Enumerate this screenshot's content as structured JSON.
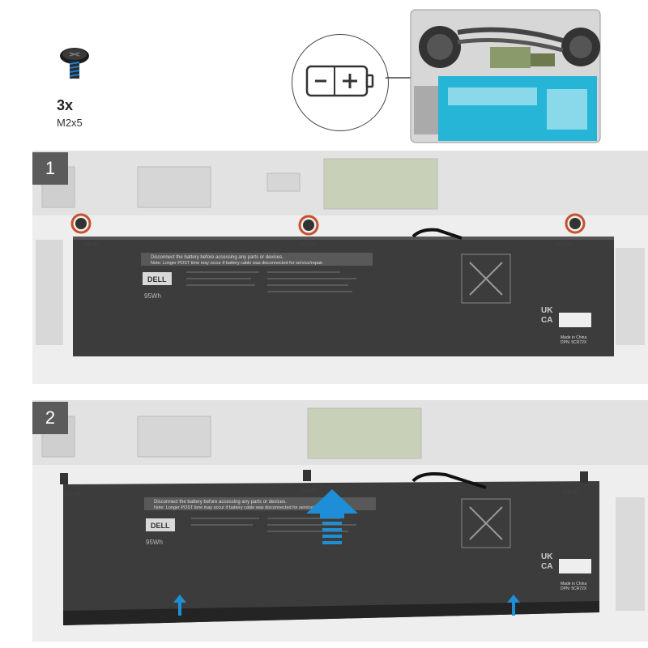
{
  "header": {
    "screw_count": "3x",
    "screw_size": "M2x5",
    "callout_icon": "battery-icon"
  },
  "steps": [
    {
      "number": "1",
      "screw_labels": [
        "M2×5L",
        "M2×5L",
        "M2×5L"
      ]
    },
    {
      "number": "2",
      "screw_labels": [
        "M2×5L",
        "M2×5L",
        "M2×5L"
      ]
    }
  ],
  "battery": {
    "warning_line1": "Disconnect the battery before accessing any parts or devices.",
    "warning_line2": "Note: Longer POST time may occur if battery cable was disconnected for service/repair.",
    "brand": "DELL",
    "capacity": "95Wh",
    "made_in": "Made in China",
    "dpn": "DPN: 5CR72X",
    "ukca_top": "UK",
    "ukca_bottom": "CA"
  },
  "colors": {
    "arrow": "#1e8fd6",
    "badge": "#5b5b5b",
    "battery": "#3c3c3c",
    "screw_ring": "#c8502a",
    "battery_highlight": "#26b5d6"
  }
}
